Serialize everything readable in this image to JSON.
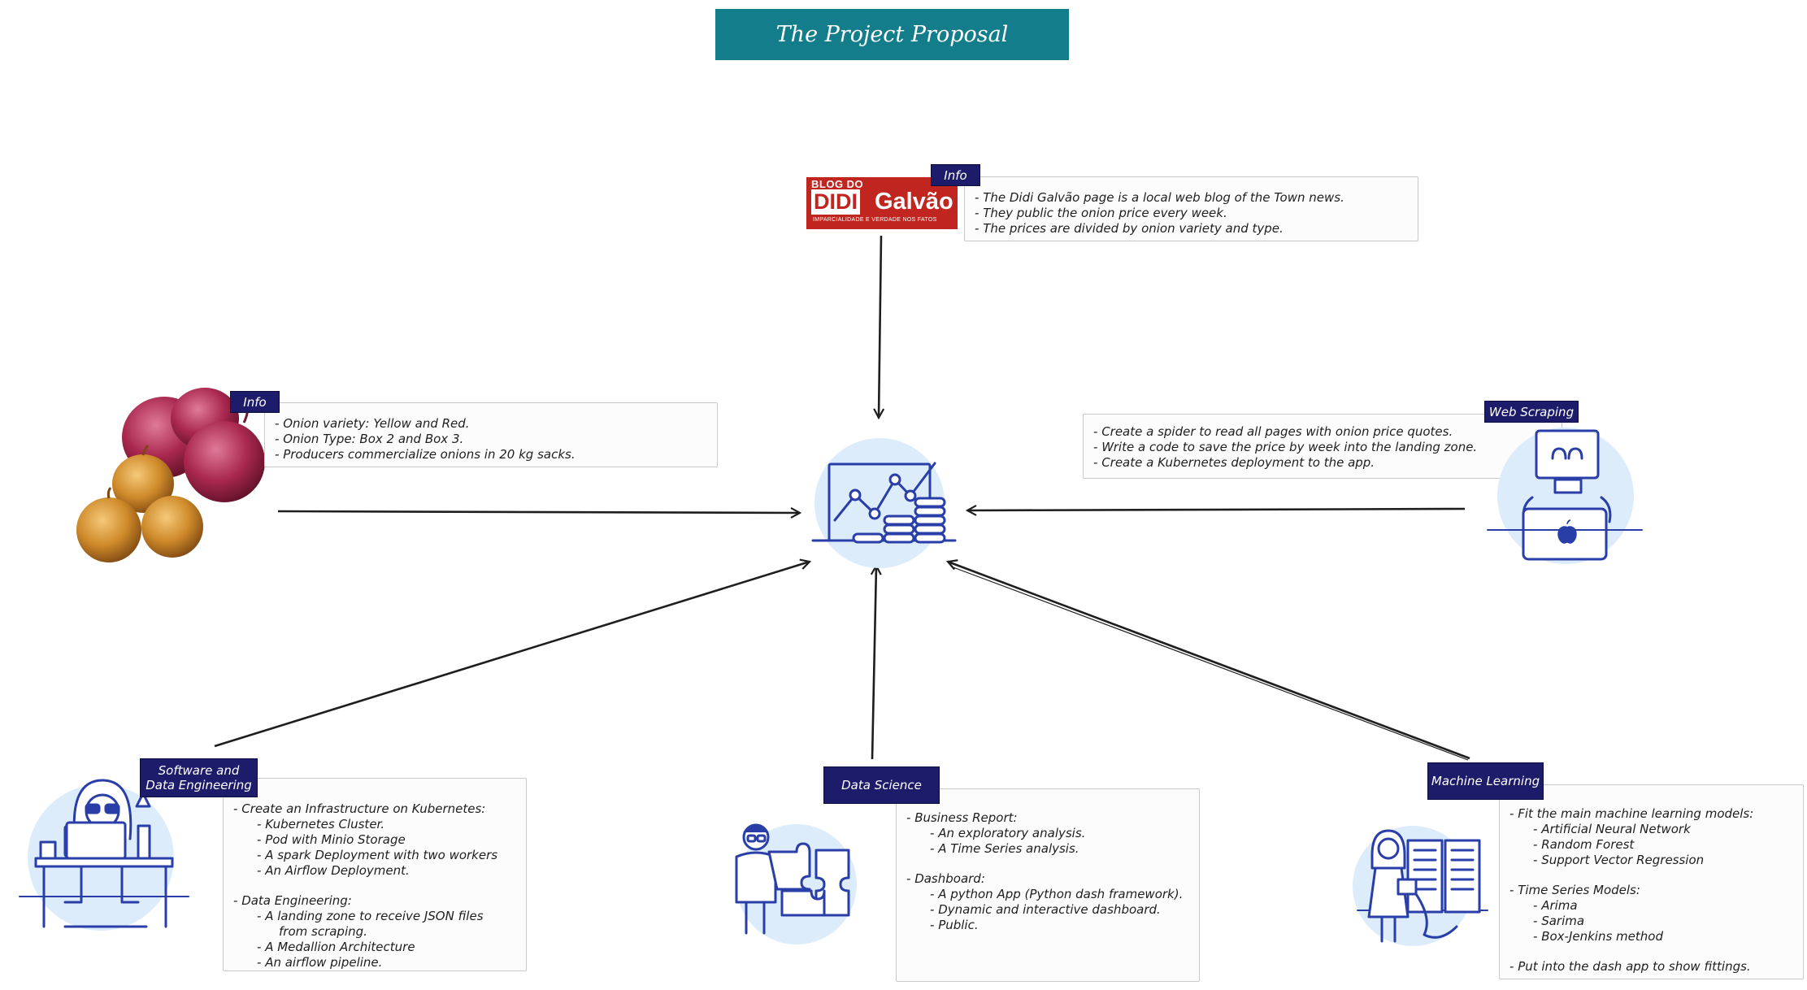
{
  "title": "The Project Proposal",
  "logo": {
    "top": "BLOG DO",
    "left_word": "DIDI",
    "right_word": "Galvão",
    "slogan": "IMPARCIALIDADE E VERDADE NOS FATOS"
  },
  "blog_note": {
    "tag": "Info",
    "lines": [
      "The Didi Galvão page is a local web blog of the Town news.",
      "They public the onion price every week.",
      "The prices are divided by onion variety and type."
    ]
  },
  "onion_note": {
    "tag": "Info",
    "lines": [
      "Onion variety: Yellow and Red.",
      "Onion Type: Box 2 and Box 3.",
      "Producers commercialize onions in 20 kg sacks."
    ]
  },
  "scraping_note": {
    "tag": "Web Scraping",
    "lines": [
      "Create a spider to read all pages with onion price quotes.",
      "Write a code to save the price by week into the landing zone.",
      "Create a Kubernetes deployment to the app."
    ]
  },
  "engineering_note": {
    "tag_line1": "Software and",
    "tag_line2": "Data Engineering",
    "infra_header": "Create an Infrastructure on Kubernetes:",
    "infra_items": [
      "Kubernetes Cluster.",
      "Pod with Minio Storage",
      "A spark Deployment with two workers",
      "An Airflow Deployment."
    ],
    "de_header": "Data Engineering:",
    "de_item1": "A landing zone to receive JSON files",
    "de_item1_cont": "from scraping.",
    "de_items": [
      "A Medallion Architecture",
      "An airflow pipeline."
    ]
  },
  "science_note": {
    "tag": "Data Science",
    "report_header": "Business Report:",
    "report_items": [
      "An exploratory analysis.",
      "A Time Series analysis."
    ],
    "dash_header": "Dashboard:",
    "dash_items": [
      "A python App (Python dash framework).",
      "Dynamic and interactive dashboard.",
      "Public."
    ]
  },
  "ml_note": {
    "tag": "Machine Learning",
    "fit_header": "Fit the main machine learning models:",
    "fit_items": [
      "Artificial Neural Network",
      "Random Forest",
      "Support Vector Regression"
    ],
    "ts_header": "Time Series Models:",
    "ts_items": [
      "Arima",
      "Sarima",
      "Box-Jenkins method"
    ],
    "final": "Put into the dash app to show fittings."
  },
  "colors": {
    "title_bg": "#147d8c",
    "tag_bg": "#1c1c6b",
    "icon_blue": "#2a3ea8",
    "icon_circle": "#dcecfb",
    "logo_red": "#c1251f",
    "arrow": "#1e1e1e"
  }
}
